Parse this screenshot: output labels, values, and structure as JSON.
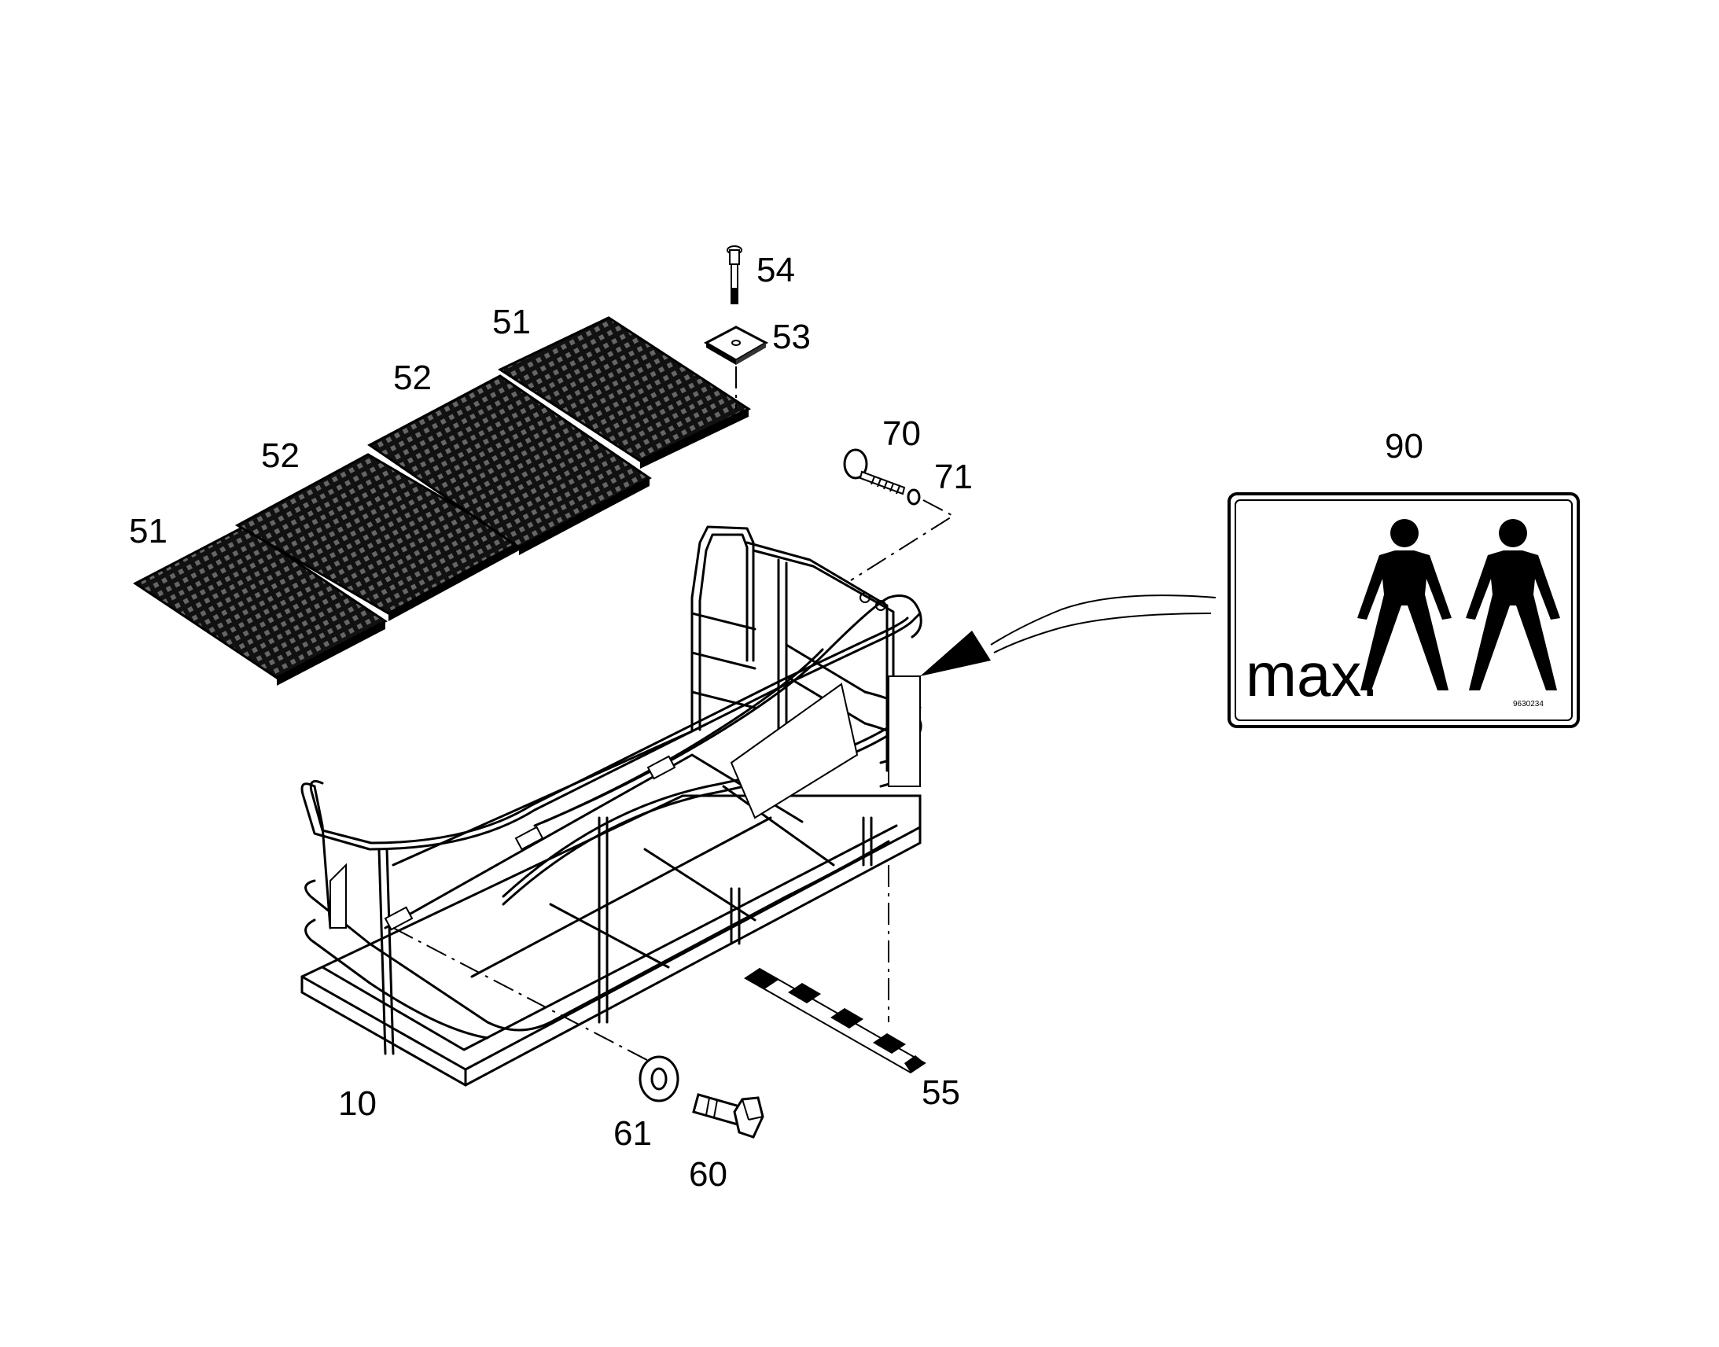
{
  "diagram": {
    "callouts": [
      {
        "id": "c54",
        "label": "54"
      },
      {
        "id": "c53",
        "label": "53"
      },
      {
        "id": "c51a",
        "label": "51"
      },
      {
        "id": "c52a",
        "label": "52"
      },
      {
        "id": "c52b",
        "label": "52"
      },
      {
        "id": "c51b",
        "label": "51"
      },
      {
        "id": "c70",
        "label": "70"
      },
      {
        "id": "c71",
        "label": "71"
      },
      {
        "id": "c90",
        "label": "90"
      },
      {
        "id": "c10",
        "label": "10"
      },
      {
        "id": "c55",
        "label": "55"
      },
      {
        "id": "c61",
        "label": "61"
      },
      {
        "id": "c60",
        "label": "60"
      }
    ],
    "sign": {
      "text": "max.",
      "code": "9630234"
    },
    "colors": {
      "ink": "#000000",
      "paper": "#ffffff"
    }
  }
}
